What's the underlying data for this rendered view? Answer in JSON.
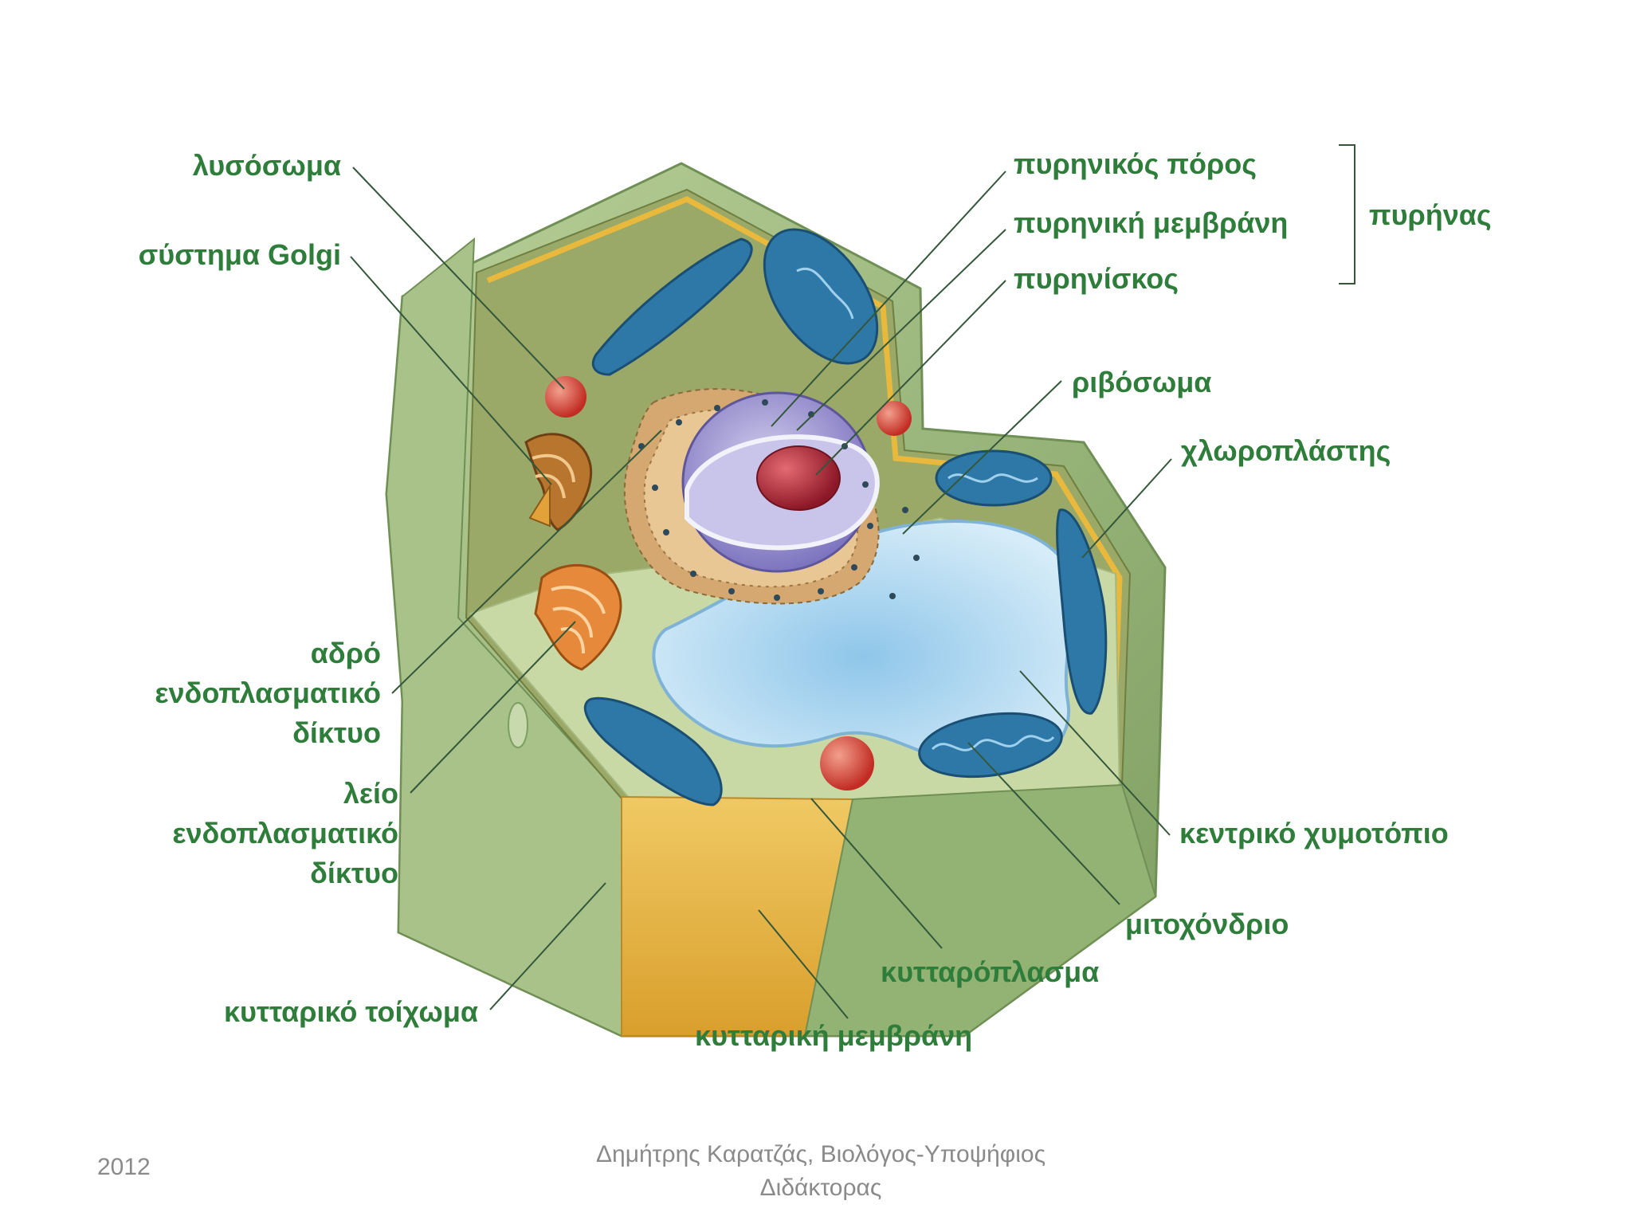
{
  "labels": {
    "lysosome": "λυσόσωμα",
    "golgi": "σύστημα Golgi",
    "rough_er": [
      "αδρό",
      "ενδοπλασματικό",
      "δίκτυο"
    ],
    "smooth_er": [
      "λείο",
      "ενδοπλασματικό",
      "δίκτυο"
    ],
    "cell_wall": "κυτταρικό τοίχωμα",
    "nuclear_pore": "πυρηνικός πόρος",
    "nuclear_membrane": "πυρηνική μεμβράνη",
    "nucleolus": "πυρηνίσκος",
    "nucleus_group": "πυρήνας",
    "ribosome": "ριβόσωμα",
    "chloroplast": "χλωροπλάστης",
    "central_vacuole": "κεντρικό χυμοτόπιο",
    "mitochondrion": "μιτοχόνδριο",
    "cytoplasm": "κυτταρόπλασμα",
    "cell_membrane": "κυτταρική μεμβράνη"
  },
  "footer": {
    "year": "2012",
    "author": "Δημήτρης Καρατζάς, Βιολόγος-Υποψήφιος Διδάκτορας"
  },
  "colors": {
    "label_green": "#2f7d3a",
    "cell_wall_green": "#9fbd82",
    "cytoplasm_green": "#b6cb93",
    "cell_membrane_yellow": "#e8b93c",
    "vacuole_blue": "#bfe0f3",
    "chloroplast_blue": "#2d78a6",
    "nucleus_purple": "#8e86c9",
    "nucleolus_red": "#b52a3a",
    "lysosome_red": "#d9483a",
    "er_orange": "#d98d45"
  }
}
